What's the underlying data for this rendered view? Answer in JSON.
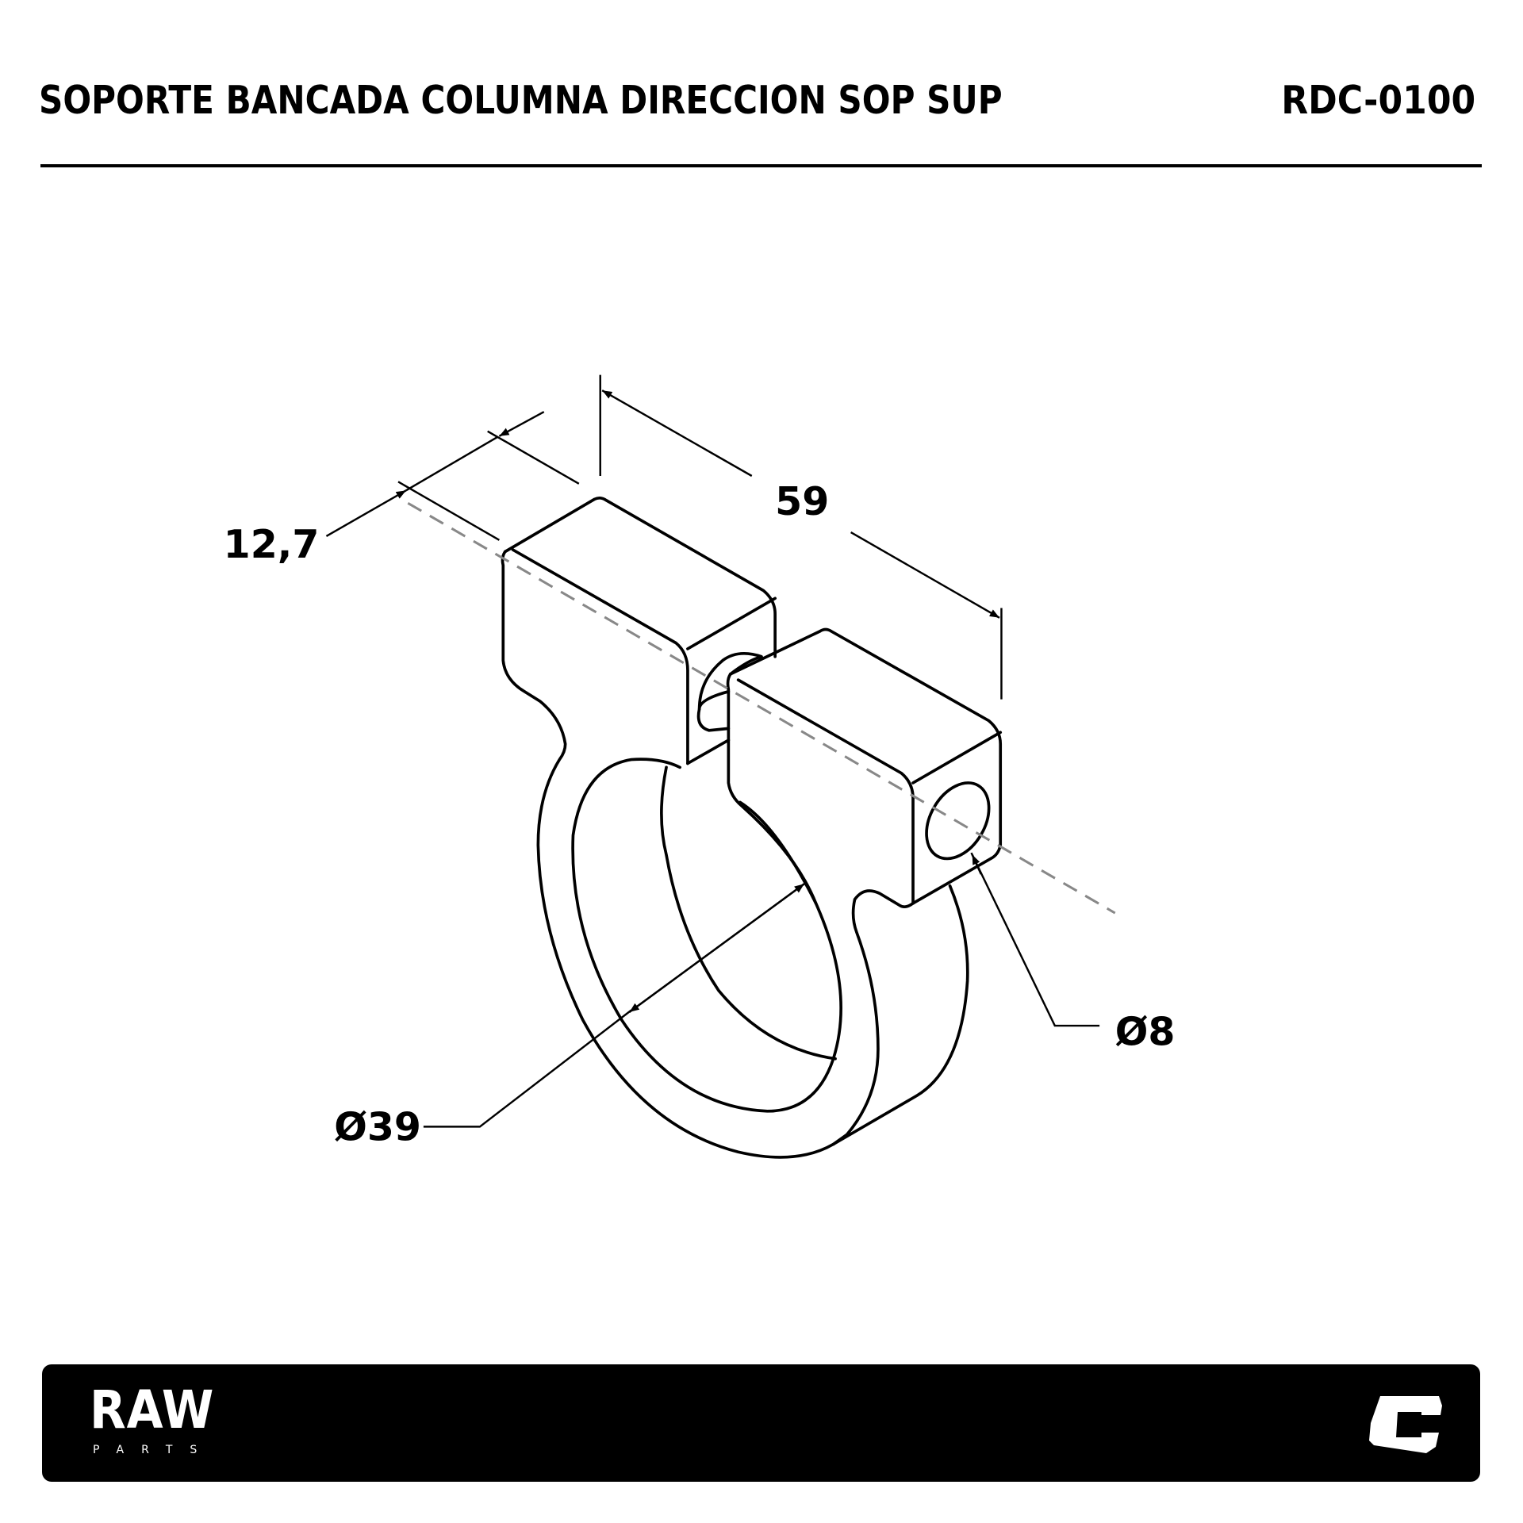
{
  "header": {
    "title": "SOPORTE BANCADA COLUMNA DIRECCION SOP SUP",
    "part_code": "RDC-0100"
  },
  "dimensions": {
    "width": "12,7",
    "length": "59",
    "bore": "Ø39",
    "hole": "Ø8"
  },
  "footer": {
    "brand": "RAW",
    "brand_sub": "PARTS",
    "logo": "C-logo"
  }
}
